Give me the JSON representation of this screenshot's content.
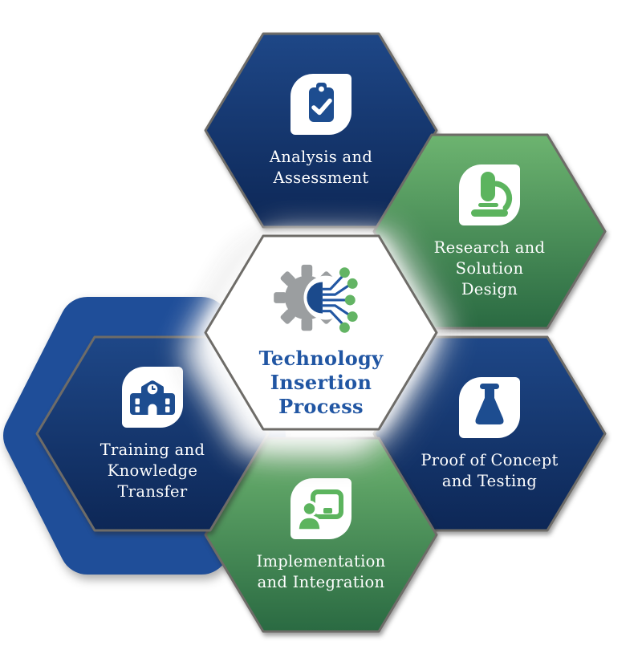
{
  "diagram": {
    "title": "Technology Insertion Process",
    "center": {
      "label": "Technology\nInsertion\nProcess",
      "icon": "gear-circuit-icon"
    },
    "steps": [
      {
        "id": "analysis",
        "label": "Analysis and\nAssessment",
        "icon": "clipboard-check-icon",
        "color_scheme": "navy",
        "position": "top"
      },
      {
        "id": "research",
        "label": "Research and\nSolution\nDesign",
        "icon": "microscope-icon",
        "color_scheme": "green",
        "position": "top-right"
      },
      {
        "id": "proof",
        "label": "Proof of Concept\nand Testing",
        "icon": "flask-icon",
        "color_scheme": "navy",
        "position": "bottom-right"
      },
      {
        "id": "implementation",
        "label": "Implementation\nand Integration",
        "icon": "presenter-screen-icon",
        "color_scheme": "green",
        "position": "bottom"
      },
      {
        "id": "training",
        "label": "Training and\nKnowledge\nTransfer",
        "icon": "school-building-icon",
        "color_scheme": "navy",
        "position": "left"
      }
    ],
    "colors": {
      "navy_top": "#1e4787",
      "navy_bottom": "#0d2756",
      "green_top": "#6db470",
      "green_bottom": "#2a6a42",
      "blob_blue": "#1f4e99",
      "border_gray": "#6e6c68",
      "center_text_blue": "#2156a3",
      "gear_gray": "#9b9ea0",
      "node_green": "#63b464",
      "trace_blue": "#2257a3",
      "icon_navy": "#1d4d90",
      "icon_green": "#5cb45e",
      "white": "#ffffff"
    }
  }
}
